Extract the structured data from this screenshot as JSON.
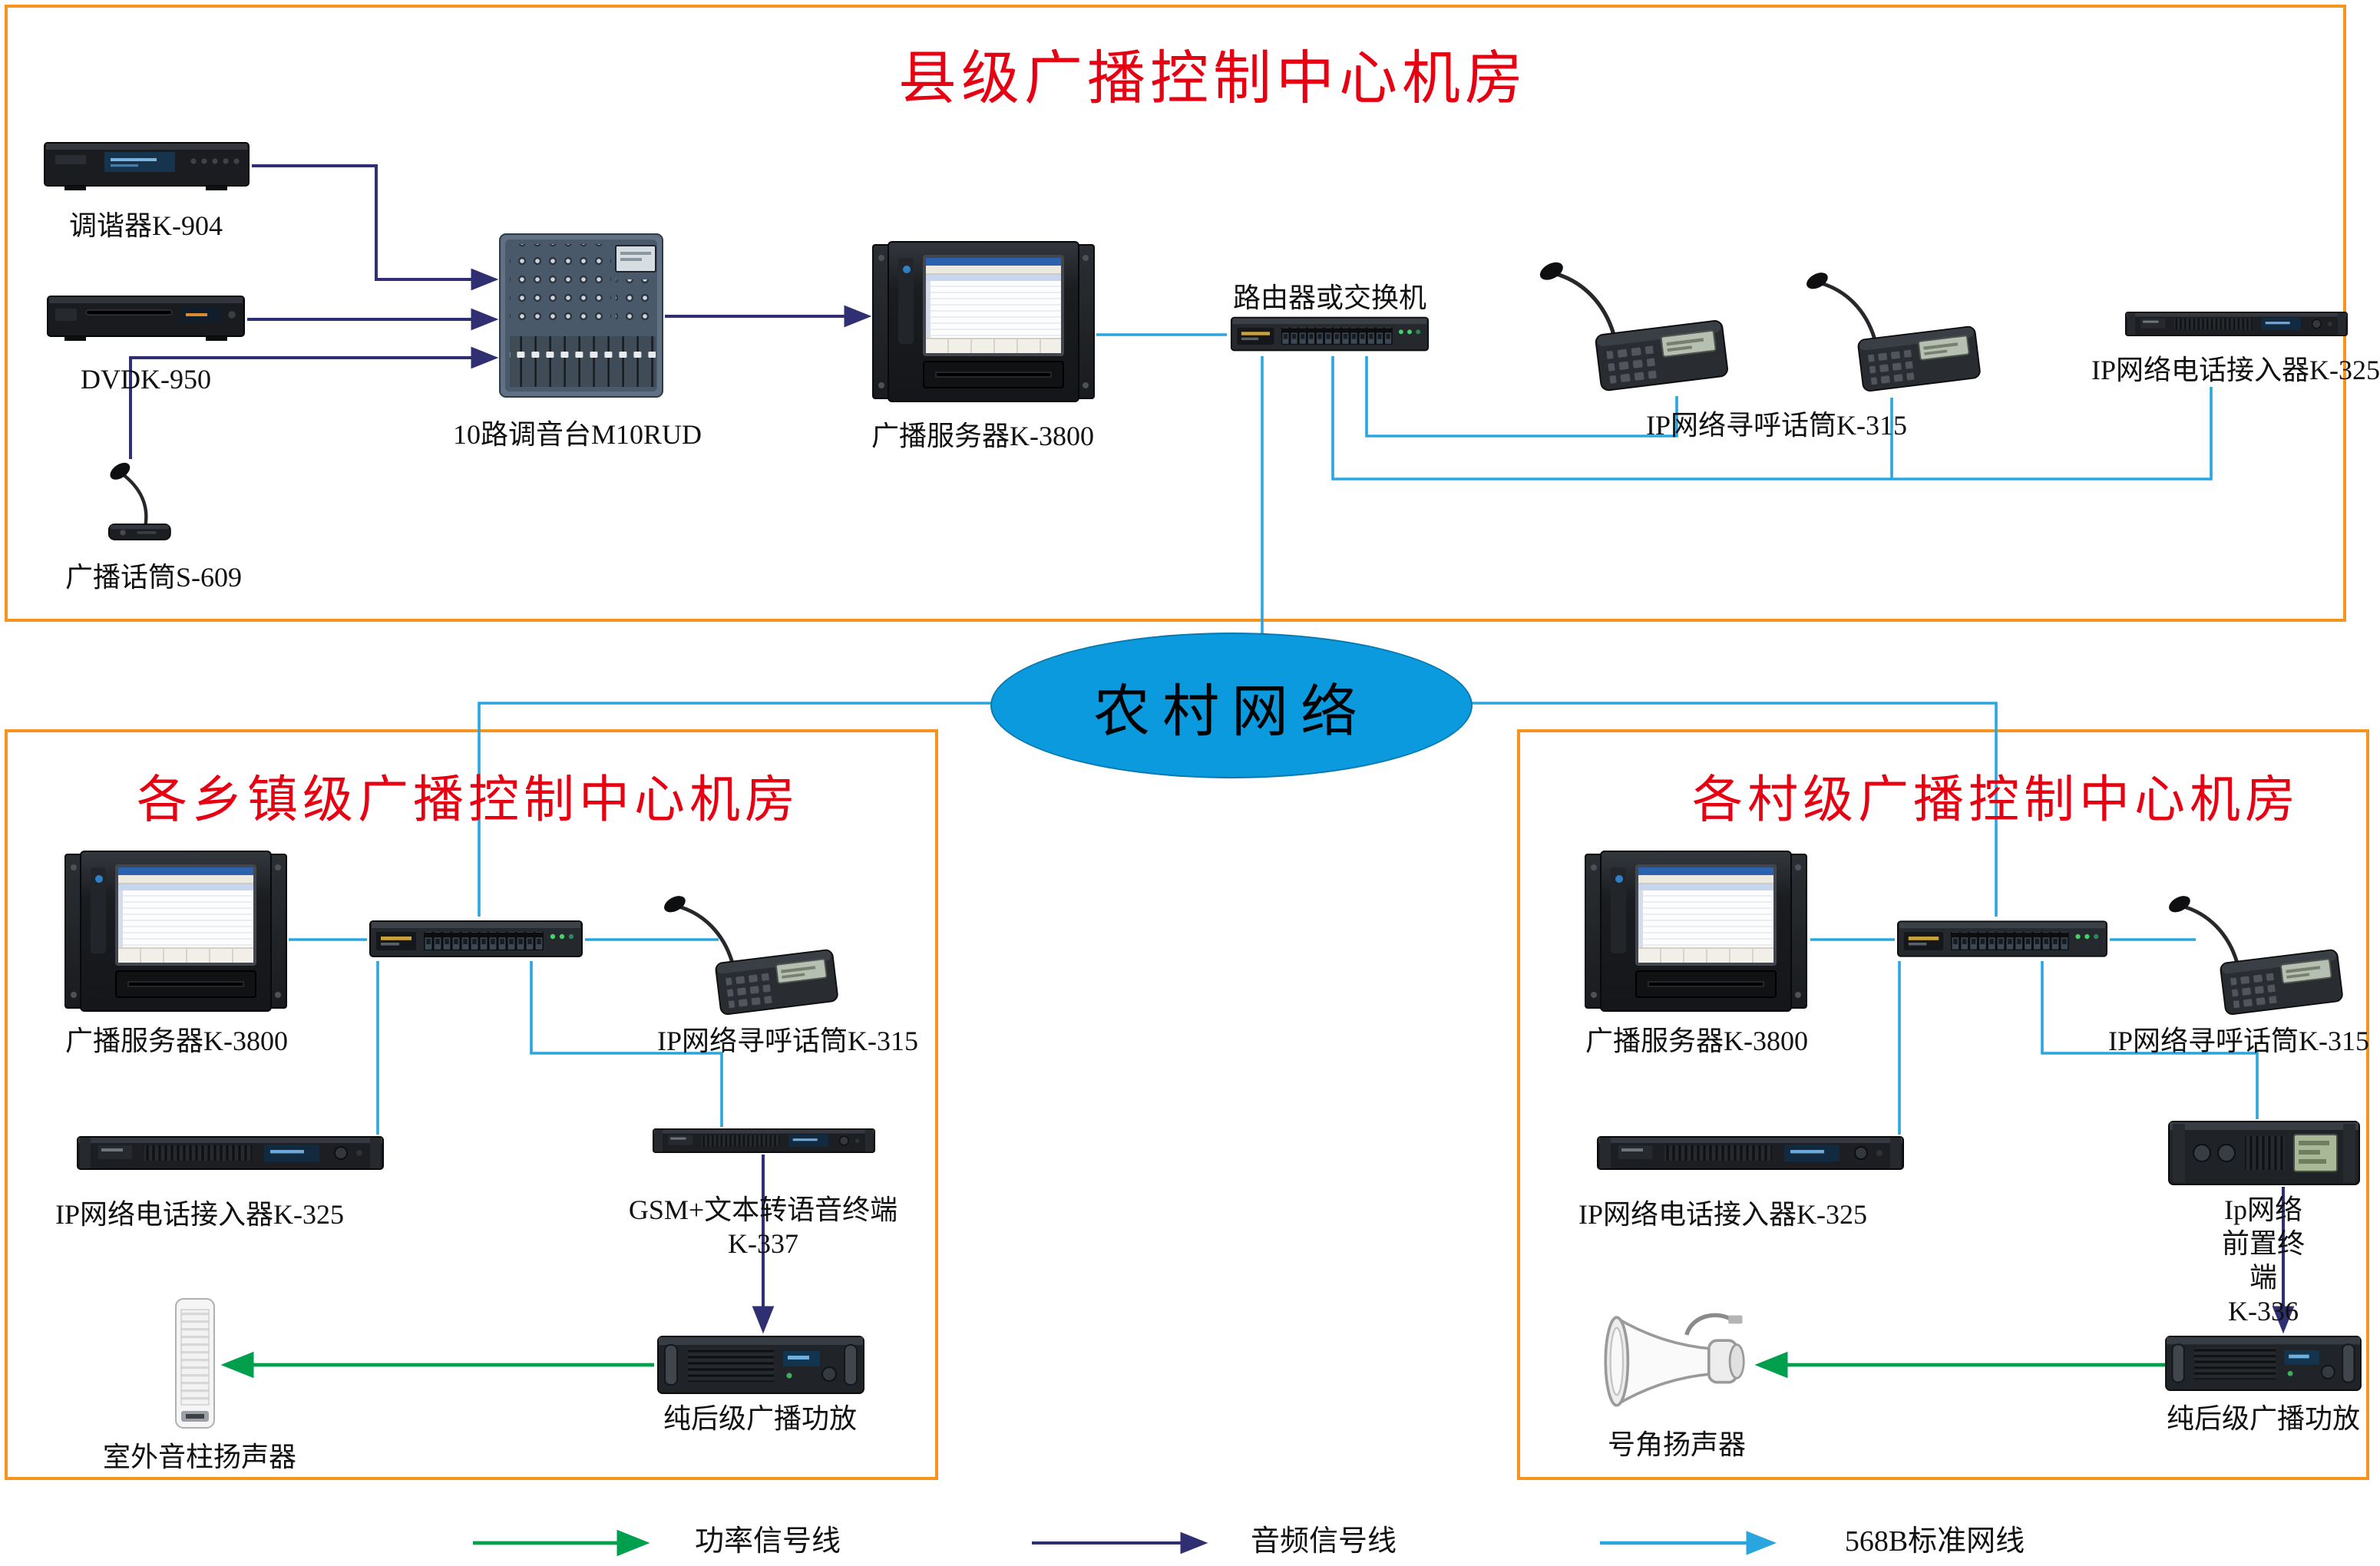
{
  "diagram": {
    "cloud": "农村网络",
    "legend": [
      {
        "label": "功率信号线",
        "color": "#009f4d"
      },
      {
        "label": "音频信号线",
        "color": "#2f2f72"
      },
      {
        "label": "568B标准网线",
        "color": "#2aa6df"
      }
    ]
  },
  "county": {
    "title": "县级广播控制中心机房",
    "tuner": "调谐器K-904",
    "dvd": "DVDK-950",
    "desk_mic": "广播话筒S-609",
    "mixer": "10路调音台M10RUD",
    "server": "广播服务器K-3800",
    "router": "路由器或交换机",
    "paging_mic": "IP网络寻呼话筒K-315",
    "phone_access": "IP网络电话接入器K-325"
  },
  "township": {
    "title": "各乡镇级广播控制中心机房",
    "server": "广播服务器K-3800",
    "paging_mic": "IP网络寻呼话筒K-315",
    "phone_access": "IP网络电话接入器K-325",
    "gsm_terminal": "GSM+文本转语音终端\nK-337",
    "amplifier": "纯后级广播功放",
    "speaker": "室外音柱扬声器"
  },
  "village": {
    "title": "各村级广播控制中心机房",
    "server": "广播服务器K-3800",
    "paging_mic": "IP网络寻呼话筒K-315",
    "phone_access": "IP网络电话接入器K-325",
    "preamp_terminal": "Ip网络前置终端\nK-336",
    "amplifier": "纯后级广播功放",
    "speaker": "号角扬声器"
  }
}
